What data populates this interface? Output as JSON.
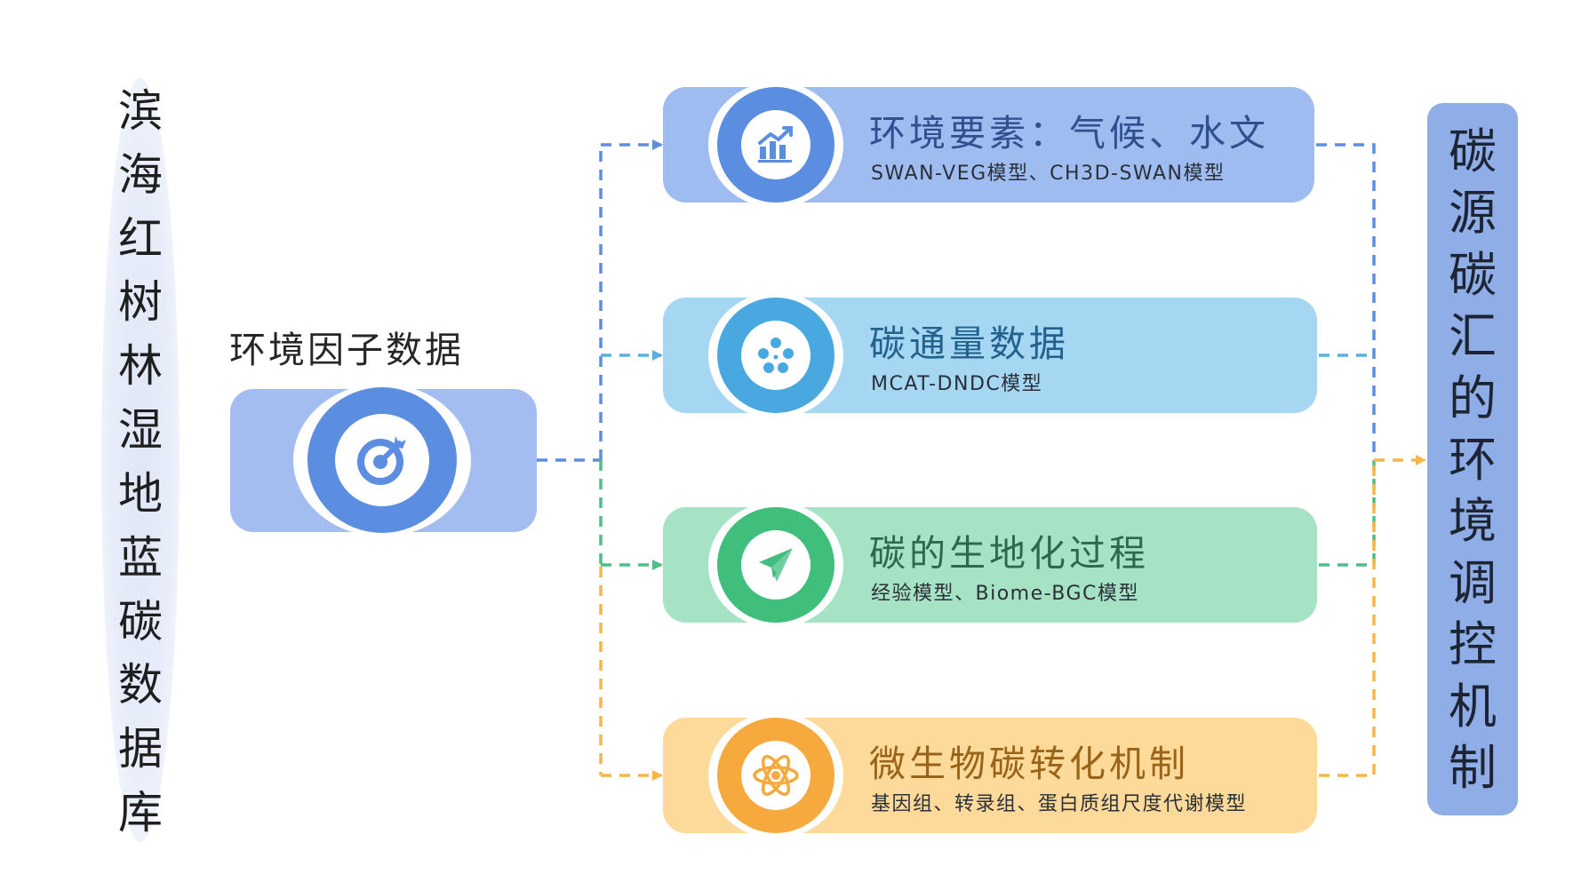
{
  "left_label": {
    "chars": [
      "滨",
      "海",
      "红",
      "树",
      "林",
      "湿",
      "地",
      "蓝",
      "碳",
      "数",
      "据",
      "库"
    ]
  },
  "source": {
    "title": "环境因子数据",
    "icon": "target-arrow-icon"
  },
  "factors": [
    {
      "title": "环境要素：气候、水文",
      "subtitle": "SWAN-VEG模型、CH3D-SWAN模型",
      "icon": "chart-trend-icon",
      "card_color": "#9ebcf0",
      "disk_color": "#5b8de0",
      "title_color": "#2f4f8f",
      "line_color": "#5b8de0"
    },
    {
      "title": "碳通量数据",
      "subtitle": "MCAT-DNDC模型",
      "icon": "film-reel-icon",
      "card_color": "#a5d6f2",
      "disk_color": "#4aa8e0",
      "title_color": "#23628f",
      "line_color": "#5aaee0"
    },
    {
      "title": "碳的生地化过程",
      "subtitle": "经验模型、Biome-BGC模型",
      "icon": "paper-plane-icon",
      "card_color": "#a6e2c4",
      "disk_color": "#40be7c",
      "title_color": "#2b6a4a",
      "line_color": "#4cbf86"
    },
    {
      "title": "微生物碳转化机制",
      "subtitle": "基因组、转录组、蛋白质组尺度代谢模型",
      "icon": "atom-icon",
      "card_color": "#fdd99a",
      "disk_color": "#f6aa3d",
      "title_color": "#9a6418",
      "line_color": "#f6b64a"
    }
  ],
  "result": {
    "chars": [
      "碳",
      "源",
      "碳",
      "汇",
      "的",
      "环",
      "境",
      "调",
      "控",
      "机",
      "制"
    ]
  }
}
